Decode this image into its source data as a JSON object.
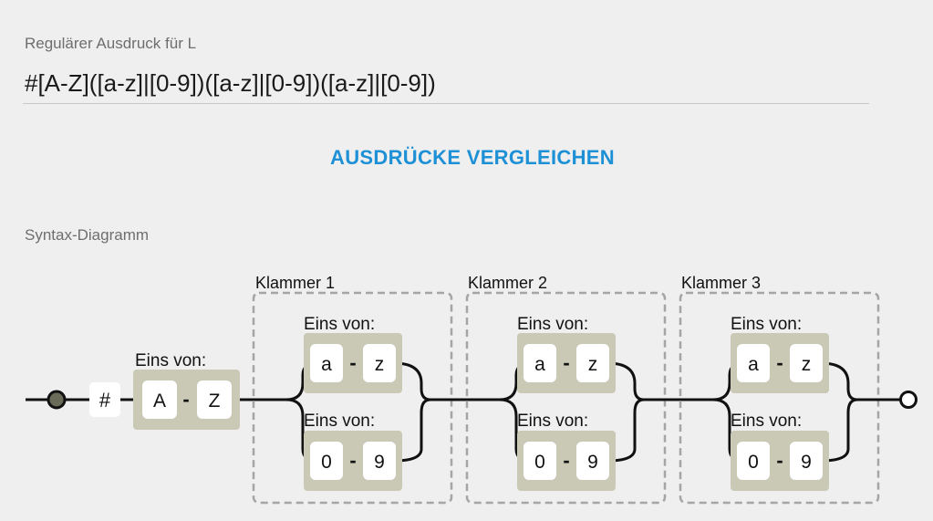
{
  "regex_field": {
    "label": "Regulärer Ausdruck für L",
    "value": "#[A-Z]([a-z]|[0-9])([a-z]|[0-9])([a-z]|[0-9])"
  },
  "compare_button": {
    "label": "AUSDRÜCKE VERGLEICHEN"
  },
  "diagram": {
    "label": "Syntax-Diagramm",
    "literal": "#",
    "first_choice": {
      "label": "Eins von:",
      "from": "A",
      "dash": "-",
      "to": "Z"
    },
    "groups": [
      {
        "label": "Klammer 1",
        "options": [
          {
            "label": "Eins von:",
            "from": "a",
            "dash": "-",
            "to": "z"
          },
          {
            "label": "Eins von:",
            "from": "0",
            "dash": "-",
            "to": "9"
          }
        ]
      },
      {
        "label": "Klammer 2",
        "options": [
          {
            "label": "Eins von:",
            "from": "a",
            "dash": "-",
            "to": "z"
          },
          {
            "label": "Eins von:",
            "from": "0",
            "dash": "-",
            "to": "9"
          }
        ]
      },
      {
        "label": "Klammer 3",
        "options": [
          {
            "label": "Eins von:",
            "from": "a",
            "dash": "-",
            "to": "z"
          },
          {
            "label": "Eins von:",
            "from": "0",
            "dash": "-",
            "to": "9"
          }
        ]
      }
    ],
    "colors": {
      "range_box": "#c9c9b6",
      "char_box": "#ffffff",
      "start_node": "#6b6b5a",
      "group_border": "#a5a5a5",
      "line": "#111111",
      "accent": "#1e90d6"
    }
  }
}
